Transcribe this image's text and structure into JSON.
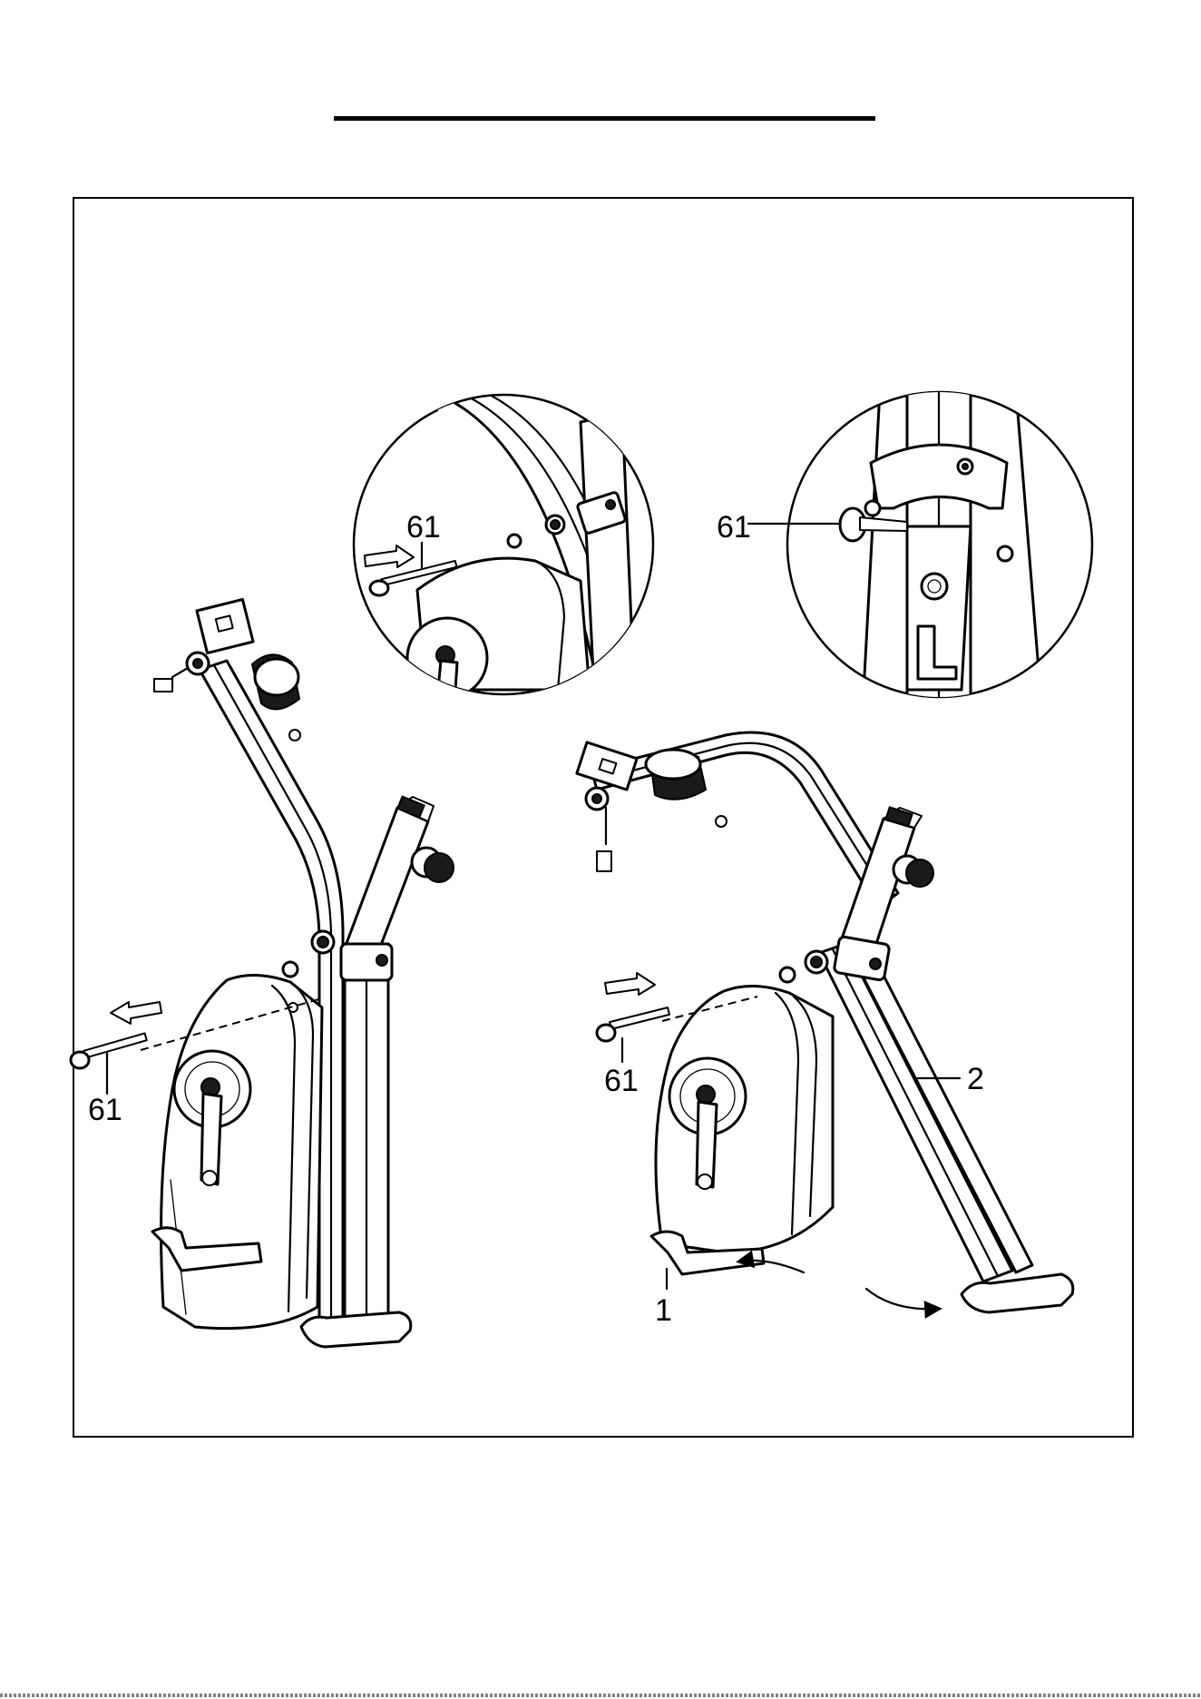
{
  "callouts": {
    "left_pin": "61",
    "detail_left_pin": "61",
    "detail_right_pin": "61",
    "right_pin": "61",
    "rear_stabilizer": "1",
    "front_frame": "2"
  },
  "icons": [
    "arrow-outline-icon",
    "curved-arrow-icon",
    "locking-pin-icon"
  ],
  "colors": {
    "ink": "#000000",
    "paper": "#ffffff",
    "fill_dark": "#1a1a1a",
    "fill_light": "#d9d9d9"
  }
}
